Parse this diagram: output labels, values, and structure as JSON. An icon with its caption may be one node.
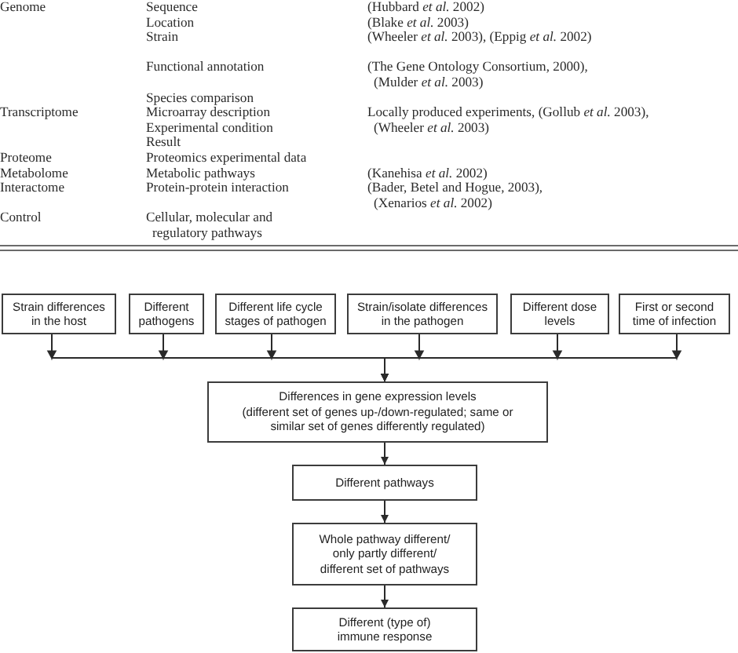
{
  "diagram": {
    "nodes": [
      {
        "text": [
          "Strain differences in the host"
        ]
      },
      {
        "text": [
          "Different pathogens"
        ]
      },
      {
        "text": [
          "Different life cycle stages of pathogen"
        ]
      },
      {
        "text": [
          "Strain/isolate differences in the pathogen"
        ]
      },
      {
        "text": [
          "Different dose levels"
        ]
      },
      {
        "text": [
          "First or second time of infection"
        ]
      },
      {
        "text": [
          "Differences in gene expression levels",
          "(different set of genes up-/down-regulated; same or similar set of genes differently regulated)"
        ]
      },
      {
        "text": [
          "Different pathways"
        ]
      },
      {
        "text": [
          "Whole pathway different/ only partly different/ different set of pathways"
        ]
      },
      {
        "text": [
          "Different (type of) immune response"
        ]
      }
    ],
    "edges": [
      {
        "from": 0,
        "to": 6,
        "arrow": "to"
      },
      {
        "from": 1,
        "to": 6,
        "arrow": "to"
      },
      {
        "from": 2,
        "to": 6,
        "arrow": "to"
      },
      {
        "from": 3,
        "to": 6,
        "arrow": "to"
      },
      {
        "from": 4,
        "to": 6,
        "arrow": "to"
      },
      {
        "from": 5,
        "to": 6,
        "arrow": "to"
      },
      {
        "from": 6,
        "to": 7,
        "arrow": "to"
      },
      {
        "from": 7,
        "to": 8,
        "arrow": "to"
      },
      {
        "from": 8,
        "to": 9,
        "arrow": "to"
      }
    ],
    "labels": [
      "Genome",
      "Sequence",
      "(Hubbard *et al.* 2002)",
      "Location",
      "(Blake *et al.* 2003)",
      "Strain",
      "(Wheeler *et al.* 2003), (Eppig *et al.* 2002)",
      "Functional annotation",
      "(The Gene Ontology Consortium, 2000), (Mulder *et al.* 2003)",
      "Species comparison",
      "Transcriptome",
      "Microarray description",
      "Locally produced experiments, (Gollub *et al.* 2003), (Wheeler *et al.* 2003)",
      "Experimental condition",
      "Result",
      "Proteome",
      "Proteomics experimental data",
      "Metabolome",
      "Metabolic pathways",
      "(Kanehisa *et al.* 2002)",
      "Interactome",
      "Protein-protein interaction",
      "(Bader, Betel and Hogue, 2003), (Xenarios *et al.* 2002)",
      "Control",
      "Cellular, molecular and regulatory pathways"
    ]
  }
}
